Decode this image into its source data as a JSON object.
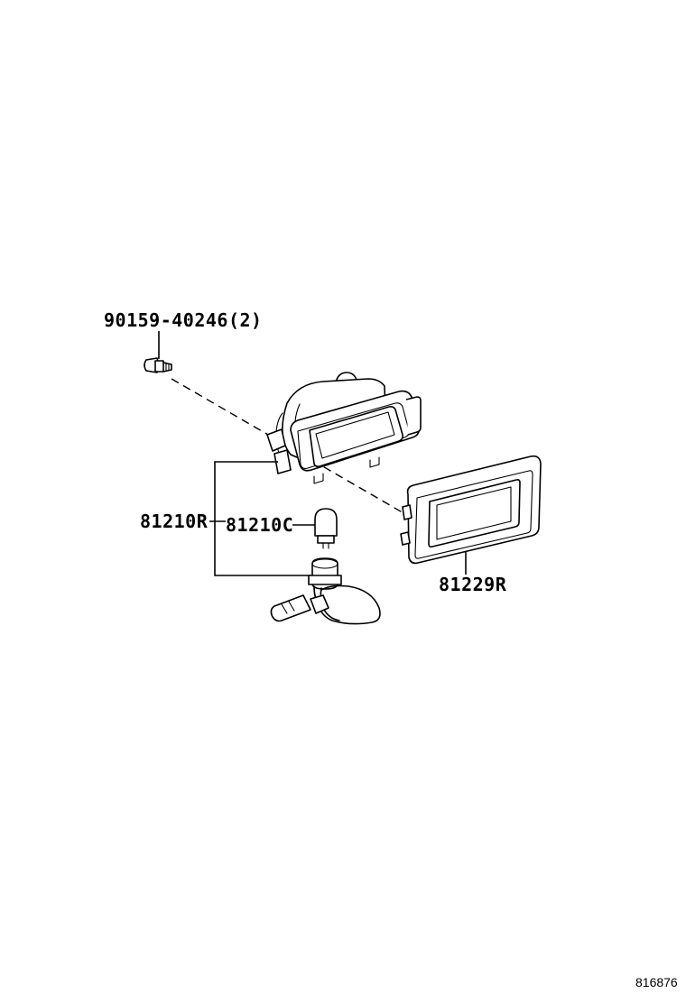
{
  "labels": {
    "screw": "90159-40246(2)",
    "lamp_assy": "81210R",
    "bulb": "81210C",
    "lens": "81229R"
  },
  "figure_number": "816876"
}
